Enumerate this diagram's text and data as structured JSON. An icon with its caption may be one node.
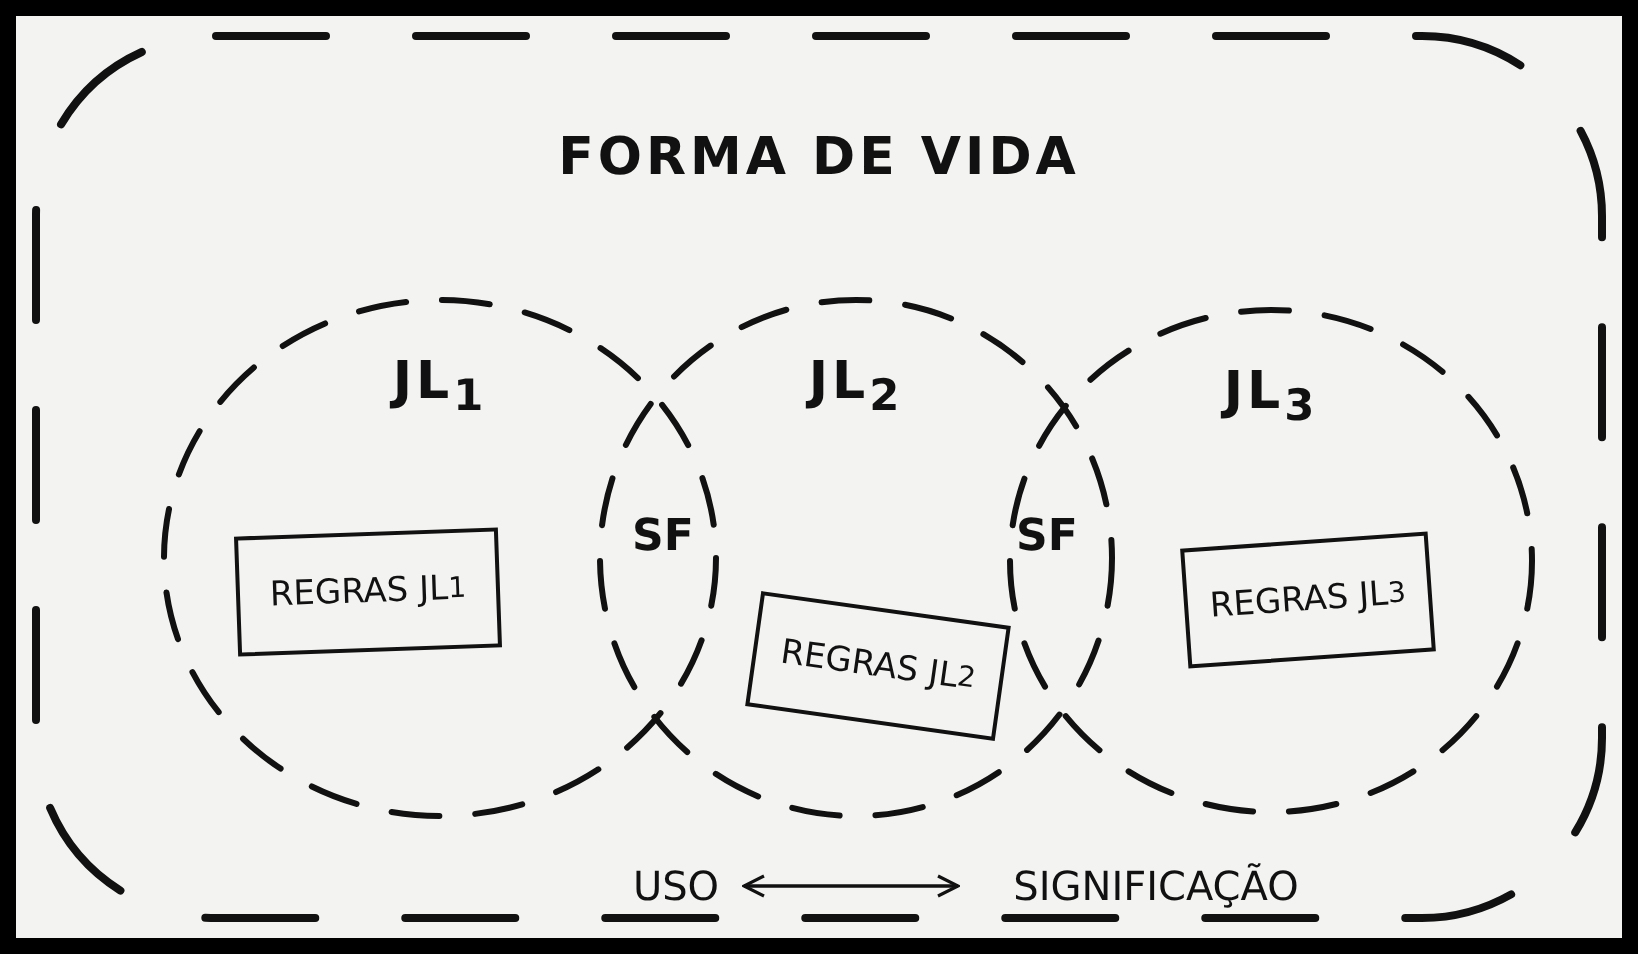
{
  "diagram": {
    "nodes": [
      {
        "text": [
          "FORMA DE VIDA"
        ]
      },
      {
        "text": [
          "JL$_{1}$"
        ],
        "in": 0
      },
      {
        "text": [
          "REGRAS JL$_{1}$"
        ],
        "in": 1
      },
      {
        "text": [
          "JL$_{2}$"
        ],
        "in": 0
      },
      {
        "text": [
          "REGRAS JL$_{2}$"
        ],
        "in": 3
      },
      {
        "text": [
          "JL$_{3}$"
        ],
        "in": 0
      },
      {
        "text": [
          "REGRAS JL$_{3}$"
        ],
        "in": 5
      },
      {
        "text": [
          "USO"
        ],
        "in": 0
      },
      {
        "text": [
          "SIGNIFICAÇÃO"
        ],
        "in": 0
      }
    ],
    "edges": [
      {
        "from": 7,
        "to": 8,
        "arrow": "both"
      }
    ],
    "labels": [
      "SF",
      "SF"
    ]
  }
}
